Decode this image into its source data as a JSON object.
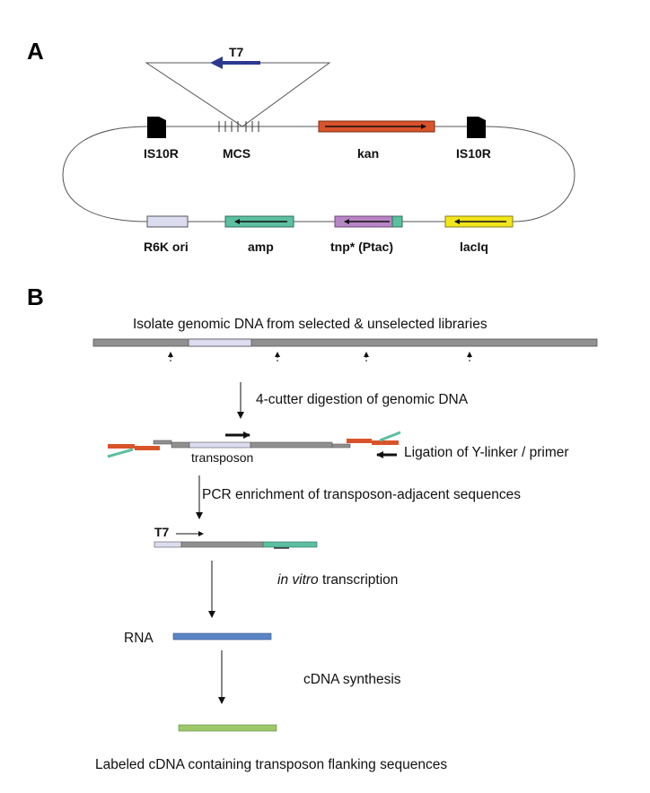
{
  "panel_a": {
    "panel_label": "A",
    "insert_label": "T7",
    "top_labels": {
      "is10r_left": "IS10R",
      "mcs": "MCS",
      "kan": "kan",
      "is10r_right": "IS10R"
    },
    "bottom_labels": {
      "r6k": "R6K ori",
      "amp": "amp",
      "tnp": "tnp* (Ptac)",
      "laciq": "lacIq"
    },
    "colors": {
      "kan": "#d9532a",
      "amp": "#5bbfa0",
      "tnp": "#b986c5",
      "laciq": "#f2e51c",
      "r6k": "#dcdcf0",
      "t7_arrow": "#2c3b8f"
    }
  },
  "panel_b": {
    "panel_label": "B",
    "steps": {
      "isolate": "Isolate genomic DNA from selected & unselected libraries",
      "digest": "4-cutter digestion of genomic DNA",
      "transposon": "transposon",
      "ligation": "Ligation of Y-linker / primer",
      "pcr": "PCR enrichment of transposon-adjacent sequences",
      "t7": "T7",
      "ivt_italic": "in vitro",
      "ivt_rest": " transcription",
      "rna": "RNA",
      "cdna": "cDNA synthesis",
      "final": "Labeled cDNA containing transposon flanking sequences"
    },
    "colors": {
      "genomic": "#909090",
      "transposon": "#dcdcf0",
      "linker_red": "#d9532a",
      "linker_teal": "#5bbfa0",
      "rna": "#5b84c4",
      "cdna": "#9cc86a"
    }
  }
}
